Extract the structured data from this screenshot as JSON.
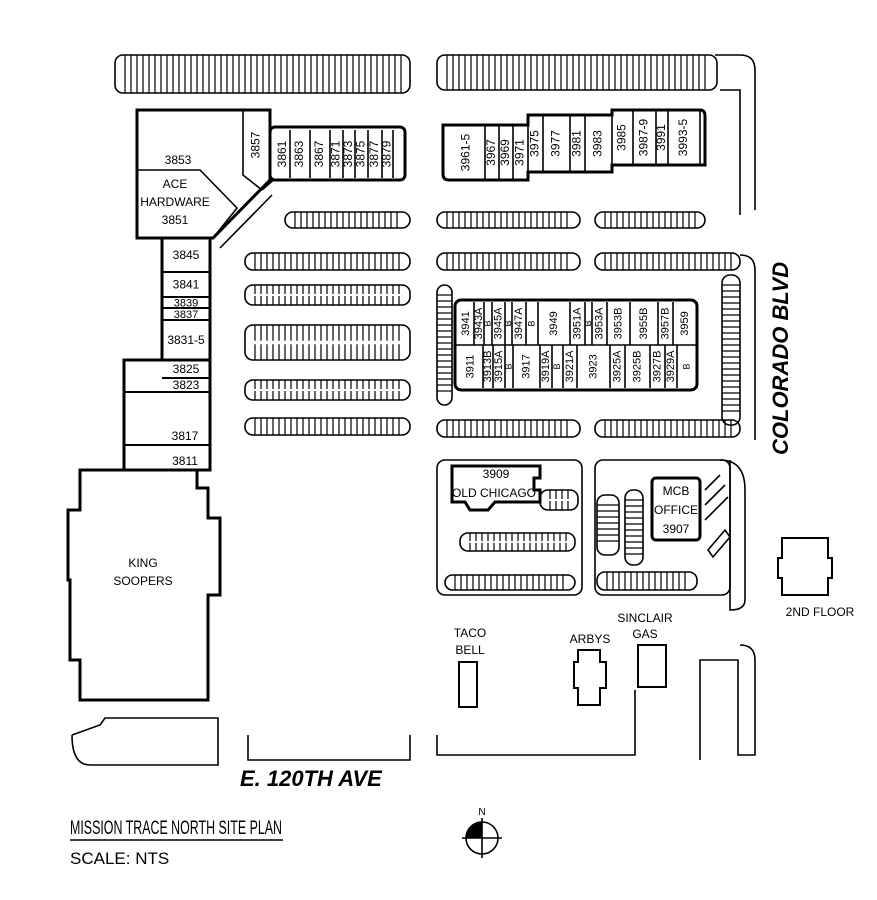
{
  "title": "MISSION TRACE NORTH SITE PLAN",
  "scale": "SCALE: NTS",
  "north_label": "N",
  "streets": {
    "east": "COLORADO BLVD",
    "south": "E. 120TH AVE"
  },
  "anchors": {
    "ace_line1": "ACE",
    "ace_line2": "HARDWARE",
    "ace_unit": "3851",
    "unit_3853": "3853",
    "king_line1": "KING",
    "king_line2": "SOOPERS",
    "old_chicago_unit": "3909",
    "old_chicago": "OLD CHICAGO",
    "mcb_line1": "MCB",
    "mcb_line2": "OFFICE",
    "mcb_unit": "3907",
    "taco_line1": "TACO",
    "taco_line2": "BELL",
    "arbys": "ARBYS",
    "sinclair_line1": "SINCLAIR",
    "sinclair_line2": "GAS",
    "second_floor": "2ND FLOOR"
  },
  "west_column_units": [
    "3845",
    "3841",
    "3839",
    "3837",
    "3831-5",
    "3825",
    "3823",
    "3817",
    "3811"
  ],
  "north_strip_units": [
    "3857",
    "3861",
    "3863",
    "3867",
    "3871",
    "3873",
    "3875",
    "3877",
    "3879"
  ],
  "northeast_units": [
    "3961-5",
    "3967",
    "3969",
    "3971",
    "3975",
    "3977",
    "3981",
    "3983",
    "3985",
    "3987-9",
    "3991",
    "3993-5"
  ],
  "center_top_units": [
    "3941",
    "3943A",
    "B",
    "3945A",
    "B",
    "3947A",
    "B",
    "3949",
    "3951A",
    "B",
    "3953A",
    "3953B",
    "3955B",
    "3957B",
    "3959"
  ],
  "center_bottom_units": [
    "3911",
    "3913B",
    "3915A",
    "B",
    "3917",
    "3919A",
    "B",
    "3921A",
    "3923",
    "3925A",
    "3925B",
    "3927B",
    "3929A",
    "B"
  ]
}
